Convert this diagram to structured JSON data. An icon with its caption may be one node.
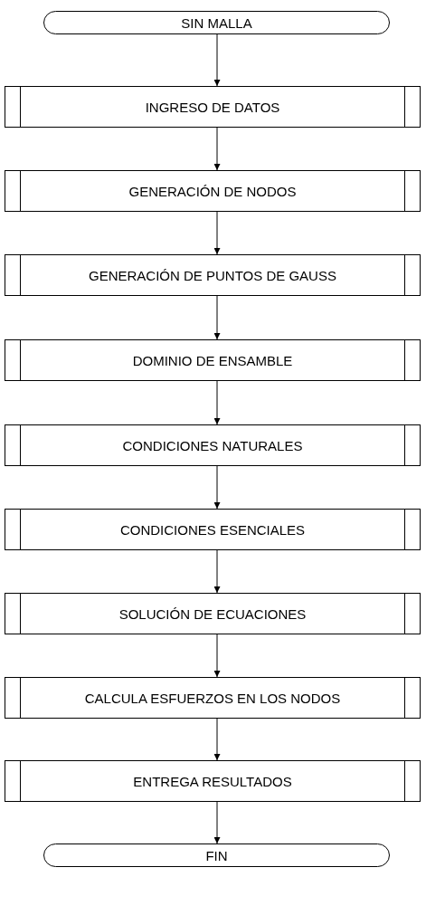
{
  "diagram": {
    "nodes": [
      {
        "text": [
          "SIN MALLA"
        ]
      },
      {
        "text": [
          "INGRESO DE DATOS"
        ]
      },
      {
        "text": [
          "GENERACIÓN DE NODOS"
        ]
      },
      {
        "text": [
          "GENERACIÓN DE PUNTOS DE GAUSS"
        ]
      },
      {
        "text": [
          "DOMINIO DE ENSAMBLE"
        ]
      },
      {
        "text": [
          "CONDICIONES NATURALES"
        ]
      },
      {
        "text": [
          "CONDICIONES ESENCIALES"
        ]
      },
      {
        "text": [
          "SOLUCIÓN DE ECUACIONES"
        ]
      },
      {
        "text": [
          "CALCULA ESFUERZOS EN LOS NODOS"
        ]
      },
      {
        "text": [
          "ENTREGA RESULTADOS"
        ]
      },
      {
        "text": [
          "FIN"
        ]
      }
    ],
    "edges": [
      {
        "from": 0,
        "to": 1,
        "arrow": "to"
      },
      {
        "from": 1,
        "to": 2,
        "arrow": "to"
      },
      {
        "from": 2,
        "to": 3,
        "arrow": "to"
      },
      {
        "from": 3,
        "to": 4,
        "arrow": "to"
      },
      {
        "from": 4,
        "to": 5,
        "arrow": "to"
      },
      {
        "from": 5,
        "to": 6,
        "arrow": "to"
      },
      {
        "from": 6,
        "to": 7,
        "arrow": "to"
      },
      {
        "from": 7,
        "to": 8,
        "arrow": "to"
      },
      {
        "from": 8,
        "to": 9,
        "arrow": "to"
      },
      {
        "from": 9,
        "to": 10,
        "arrow": "to"
      }
    ]
  }
}
